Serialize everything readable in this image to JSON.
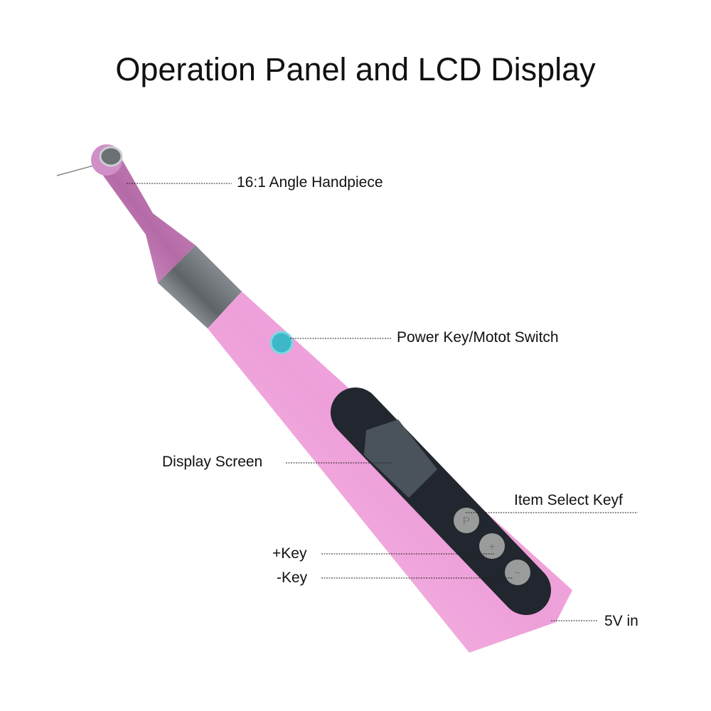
{
  "title": "Operation Panel and LCD Display",
  "labels": {
    "handpiece": "16:1 Angle Handpiece",
    "power": "Power Key/Motot Switch",
    "display": "Display Screen",
    "item_select": "Item Select Keyf",
    "plus_key": "+Key",
    "minus_key": "-Key",
    "power_in": "5V in"
  },
  "button_glyphs": {
    "p": "P",
    "plus": "+",
    "minus": "−"
  },
  "colors": {
    "body": "#f0a8dc",
    "neck": "#c77fb8",
    "panel": "#22262e",
    "power_button": "#3cb8c9",
    "keys": "#9a9c9c"
  }
}
